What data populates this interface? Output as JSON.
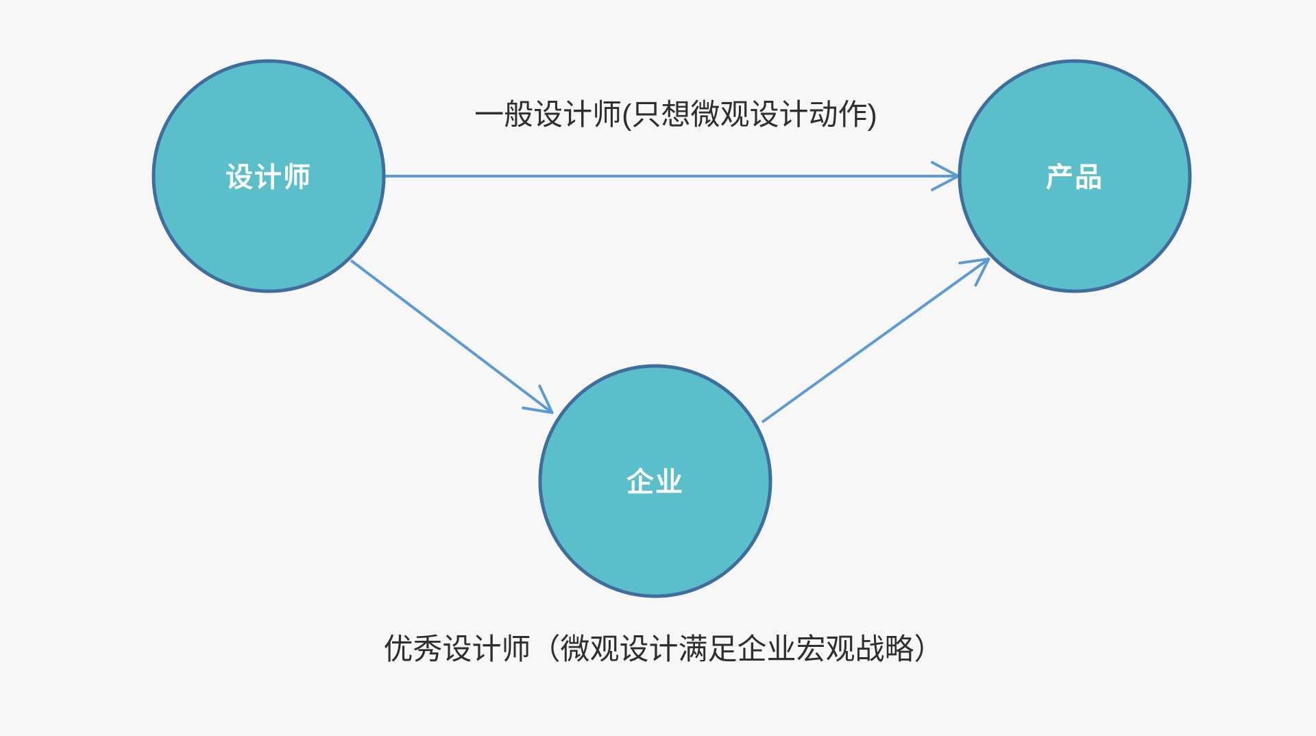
{
  "diagram": {
    "title": "designer-enterprise-product relationship diagram",
    "nodes": {
      "designer": {
        "label": "设计师"
      },
      "product": {
        "label": "产品"
      },
      "enterprise": {
        "label": "企业"
      }
    },
    "edge_labels": {
      "designer_to_product_direct": "一般设计师(只想微观设计动作)",
      "designer_via_enterprise": "优秀设计师（微观设计满足企业宏观战略）"
    },
    "colors": {
      "background": "#f7f7f8",
      "node_fill": "#5abfcb",
      "node_border": "#3f6e9e",
      "arrow": "#5b9bd5",
      "node_text": "#ffffff",
      "label_text": "#2e2e2e"
    }
  }
}
